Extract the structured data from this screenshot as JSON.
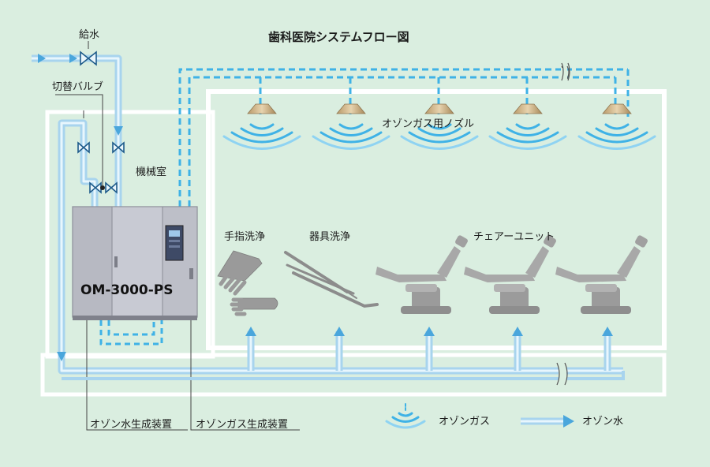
{
  "title": "歯科医院システムフロー図",
  "labels": {
    "water_supply": "給水",
    "switch_valve": "切替バルブ",
    "machine_room": "機械室",
    "ozone_nozzle": "オゾンガス用ノズル",
    "hand_wash": "手指洗浄",
    "instrument_wash": "器具洗浄",
    "chair_unit": "チェアーユニット",
    "device_model": "OM-3000-PS",
    "ozone_water_generator": "オゾン水生成装置",
    "ozone_gas_generator": "オゾンガス生成装置"
  },
  "legend": {
    "ozone_gas": "オゾンガス",
    "ozone_water": "オゾン水"
  },
  "colors": {
    "background": "#daeee0",
    "frame": "#ffffff",
    "water_pipe": "#a8d4ee",
    "water_pipe_core": "#e8f6fd",
    "gas_line": "#3fb2e6",
    "equipment": "#a3a3a3"
  }
}
